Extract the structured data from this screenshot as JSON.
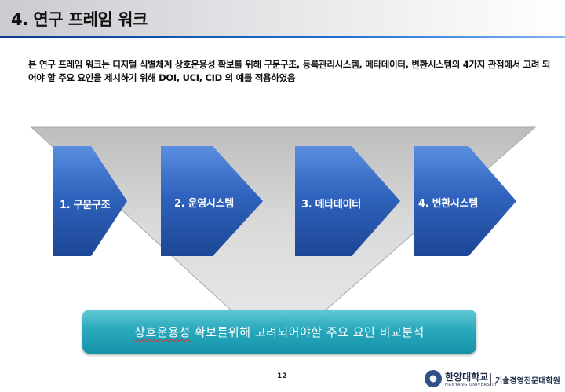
{
  "slide": {
    "title": "4. 연구 프레임 워크",
    "intro": "본 연구 프레임 워크는 디지털 식별체계 상호운용성 확보를 위해 구문구조, 등록관리시스템, 메타데이터, 변환시스템의 4가지 관점에서 고려 되어야 할 주요 요인을 제시하기 위해 DOI, UCI, CID 의 예를 적용하였음",
    "page_number": "12"
  },
  "steps": [
    {
      "label": "1. 구문구조"
    },
    {
      "label": "2. 운영시스템"
    },
    {
      "label": "3. 메타데이터"
    },
    {
      "label": "4. 변환시스템"
    }
  ],
  "result": {
    "underlined": "상호운용성",
    "rest": " 확보를위해 고려되어야할 주요 요인 비교분석"
  },
  "footer": {
    "university": "한양대학교",
    "university_en": "HANYANG UNIVERSITY",
    "department": "기술경영전문대학원"
  },
  "colors": {
    "arrow_blue": "#2a5bb0",
    "funnel_gray": "#cfcfcf",
    "result_teal": "#2aa9bd"
  }
}
